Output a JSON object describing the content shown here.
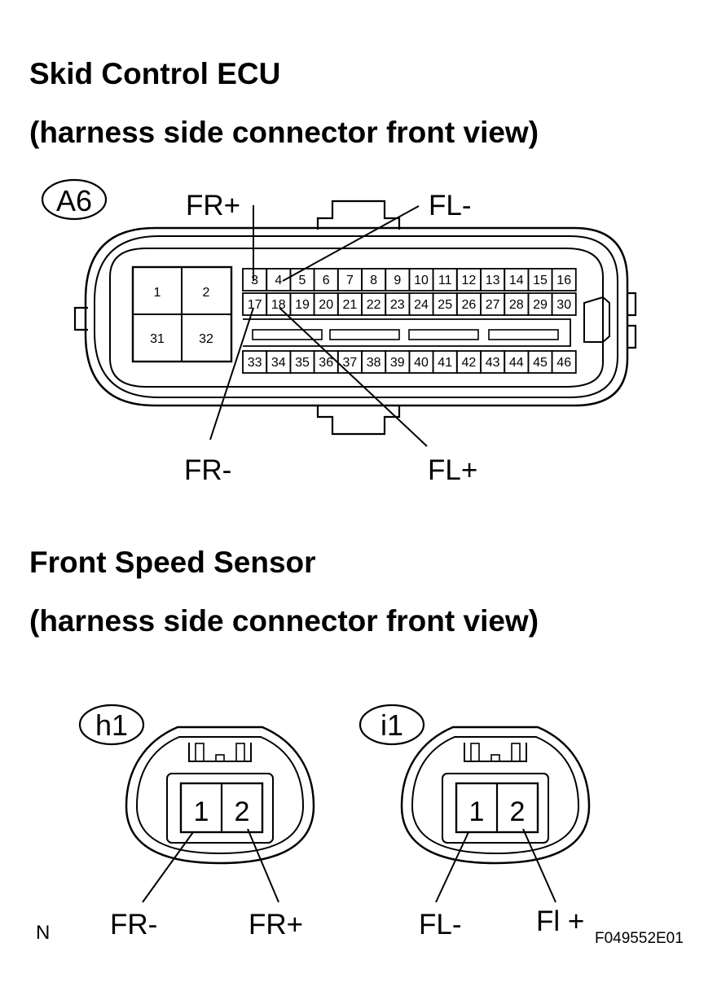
{
  "ecu": {
    "title": "Skid Control ECU",
    "subtitle": "(harness side connector front view)",
    "connector_code": "A6",
    "large_pins": [
      "1",
      "2",
      "31",
      "32"
    ],
    "row1_pins": [
      "3",
      "4",
      "5",
      "6",
      "7",
      "8",
      "9",
      "10",
      "11",
      "12",
      "13",
      "14",
      "15",
      "16"
    ],
    "row2_pins": [
      "17",
      "18",
      "19",
      "20",
      "21",
      "22",
      "23",
      "24",
      "25",
      "26",
      "27",
      "28",
      "29",
      "30"
    ],
    "row3_pins": [
      "33",
      "34",
      "35",
      "36",
      "37",
      "38",
      "39",
      "40",
      "41",
      "42",
      "43",
      "44",
      "45",
      "46"
    ],
    "labels": {
      "fr_plus": "FR+",
      "fl_minus": "FL-",
      "fr_minus": "FR-",
      "fl_plus": "FL+"
    }
  },
  "sensor": {
    "title": "Front Speed Sensor",
    "subtitle": "(harness side connector front view)",
    "right_front": {
      "connector_code": "h1",
      "pins": [
        "1",
        "2"
      ],
      "labels": {
        "pin1": "FR-",
        "pin2": "FR+"
      }
    },
    "left_front": {
      "connector_code": "i1",
      "pins": [
        "1",
        "2"
      ],
      "labels": {
        "pin1": "FL-",
        "pin2": "Fl +"
      }
    }
  },
  "footer": {
    "corner_letter": "N",
    "figure_id": "F049552E01"
  }
}
